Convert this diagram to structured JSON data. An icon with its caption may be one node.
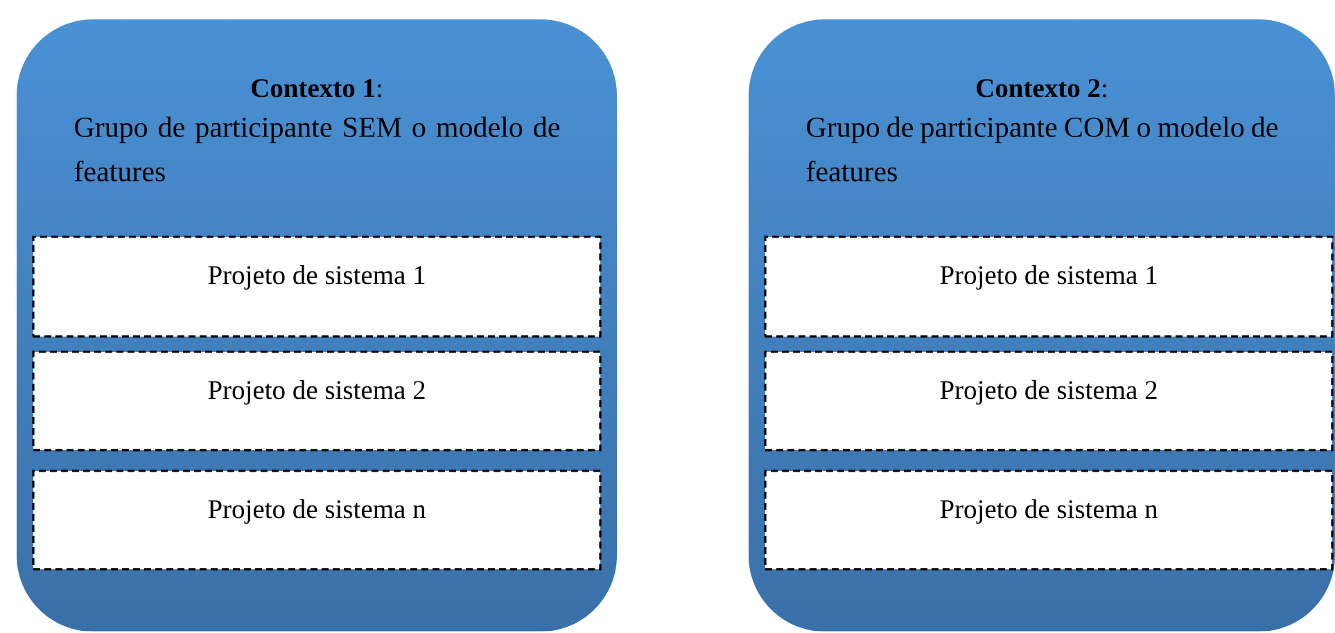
{
  "diagram": {
    "nodes": [
      {
        "text": [
          "**Contexto 1**:",
          "Grupo de participante SEM o modelo de features"
        ]
      },
      {
        "text": [
          "Projeto de sistema 1"
        ],
        "in": 0
      },
      {
        "text": [
          "Projeto de sistema 2"
        ],
        "in": 0
      },
      {
        "text": [
          "Projeto de sistema n"
        ],
        "in": 0
      },
      {
        "text": [
          "**Contexto 2**:",
          "Grupo de participante COM o modelo de features"
        ]
      },
      {
        "text": [
          "Projeto de sistema 1"
        ],
        "in": 4
      },
      {
        "text": [
          "Projeto de sistema 2"
        ],
        "in": 4
      },
      {
        "text": [
          "Projeto de sistema n"
        ],
        "in": 4
      }
    ]
  }
}
